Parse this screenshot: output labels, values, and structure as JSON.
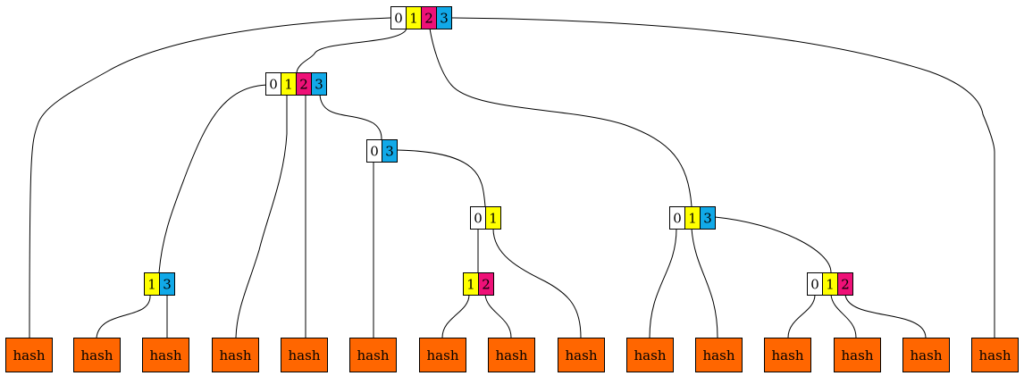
{
  "colors": {
    "cell_0": "#ffffff",
    "cell_1": "#ffff00",
    "cell_2": "#ee1177",
    "cell_3": "#11a9e8",
    "leaf": "#ff6600",
    "stroke": "#000000"
  },
  "nodes": [
    {
      "id": "root",
      "cells": [
        "0",
        "1",
        "2",
        "3"
      ]
    },
    {
      "id": "n1",
      "cells": [
        "0",
        "1",
        "2",
        "3"
      ]
    },
    {
      "id": "n2",
      "cells": [
        "0",
        "3"
      ]
    },
    {
      "id": "n3",
      "cells": [
        "0",
        "1"
      ]
    },
    {
      "id": "n4",
      "cells": [
        "0",
        "1",
        "3"
      ]
    },
    {
      "id": "n5",
      "cells": [
        "1",
        "3"
      ]
    },
    {
      "id": "n6",
      "cells": [
        "1",
        "2"
      ]
    },
    {
      "id": "n7",
      "cells": [
        "0",
        "1",
        "2"
      ]
    }
  ],
  "leaf_label": "hash"
}
